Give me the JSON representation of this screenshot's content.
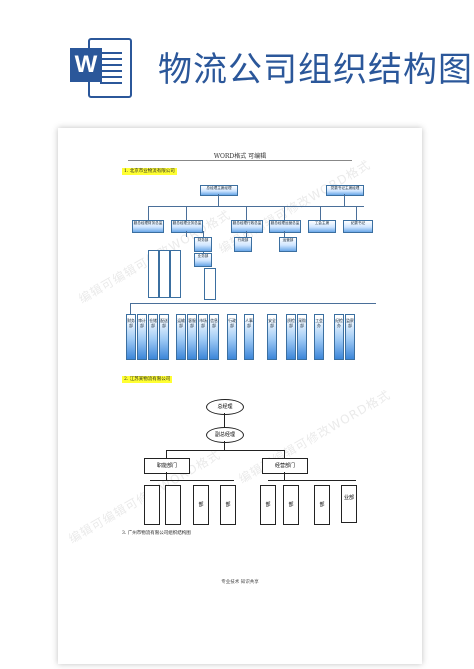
{
  "header": {
    "app_icon_letter": "W",
    "title": "物流公司组织结构图"
  },
  "document": {
    "page_header": "WORD格式    可编辑",
    "footer": "专业技术    知识共享",
    "watermark": "编辑可编辑可修改WORD格式"
  },
  "section1": {
    "label": "1. 北京市业物流有限公司",
    "top_boxes": [
      "总经理主席经理",
      "党委书记主席经理"
    ],
    "mid_boxes": [
      "副总经理财务总监",
      "副总经理业务总监",
      "副总经理行政总监",
      "副总经理运营总监",
      "工会主席",
      "纪委书记"
    ],
    "sub_boxes": [
      "财务部",
      "业务部",
      "行政部",
      "运营部"
    ],
    "departments": [
      "财务部",
      "审计部",
      "仓储部",
      "配送部",
      "运输部",
      "客服部",
      "市场部",
      "信息部",
      "行政部",
      "人事部",
      "安全部",
      "质检部",
      "采购部",
      "工会办",
      "纪检办",
      "监察部"
    ]
  },
  "section2": {
    "label": "2. 江苏某物流有限公司",
    "gm": "总经理",
    "deputy_gm": "副总经理",
    "branches": [
      "职能部门",
      "经营部门"
    ],
    "dept_label": "部",
    "last_dept": "业部",
    "caption": "3. 广州市物流有限公司组织结构图"
  },
  "colors": {
    "accent": "#2b579a",
    "highlight": "#ffff33",
    "chart_blue": "#6aa7e8"
  }
}
